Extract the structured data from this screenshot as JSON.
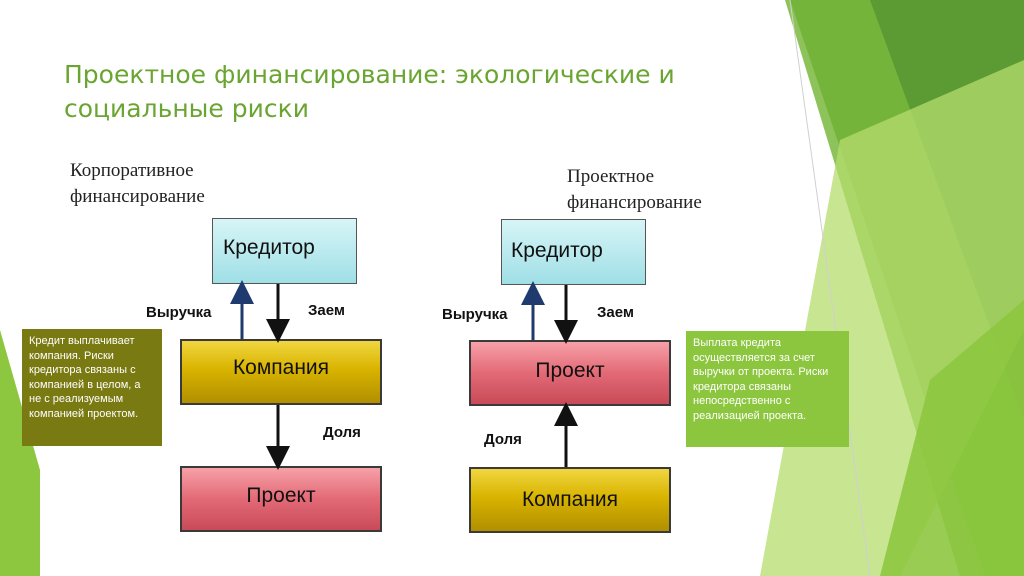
{
  "title": "Проектное финансирование: экологические и социальные риски",
  "left": {
    "heading": "Корпоративное финансирование",
    "creditor": "Кредитор",
    "company": "Компания",
    "project": "Проект",
    "revenue_label": "Выручка",
    "loan_label": "Заем",
    "share_label": "Доля",
    "note": "Кредит выплачивает компания. Риски кредитора связаны с компанией в целом, а не с реализуемым компанией проектом."
  },
  "right": {
    "heading": "Проектное финансирование",
    "creditor": "Кредитор",
    "project": "Проект",
    "company": "Компания",
    "revenue_label": "Выручка",
    "loan_label": "Заем",
    "share_label": "Доля",
    "note": "Выплата кредита осуществляется за счет выручки от проекта. Риски кредитора связаны непосредственно с реализацией проекта."
  },
  "colors": {
    "title": "#6aa532",
    "left_note_bg": "#7a7a12",
    "right_note_bg": "#8cc63f",
    "revenue_arrow": "#1f3a6e",
    "black_arrow": "#111111"
  }
}
